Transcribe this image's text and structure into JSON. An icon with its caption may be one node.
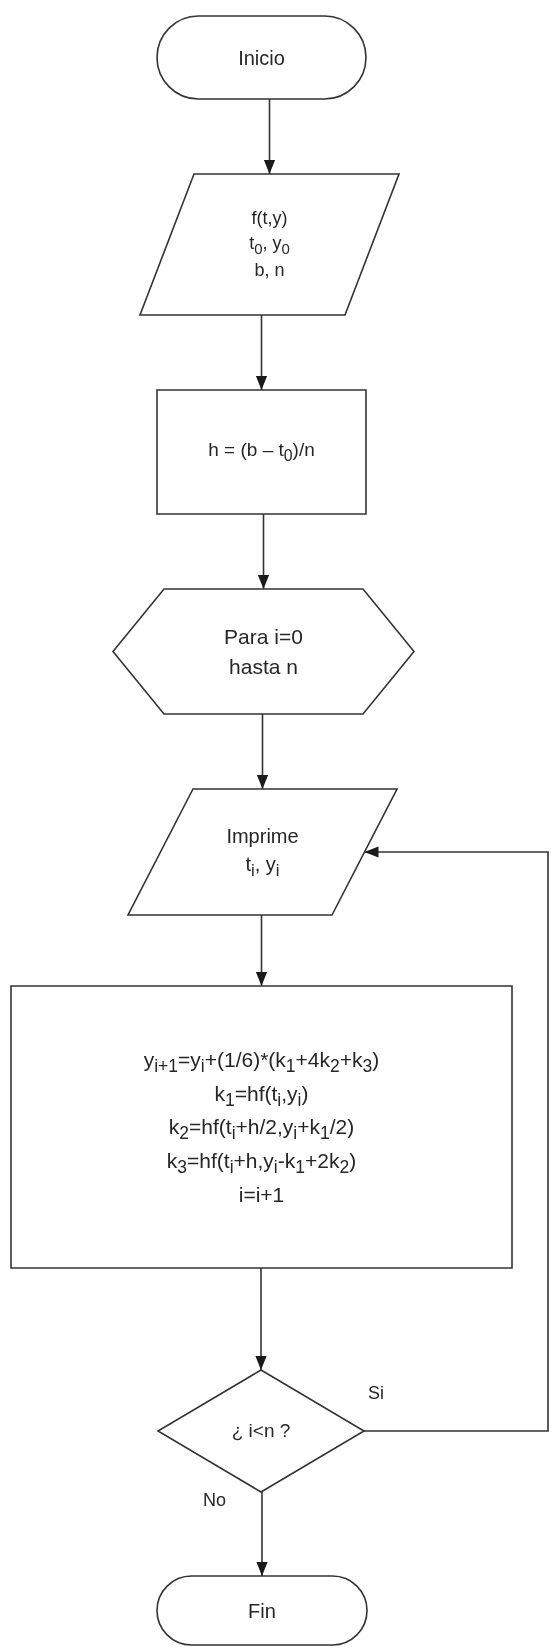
{
  "diagram": {
    "nodes": [
      {
        "text": [
          "Inicio"
        ]
      },
      {
        "text": [
          "f(t,y)",
          "t$_{0}$, y$_{0}$",
          "b, n"
        ]
      },
      {
        "text": [
          "h = (b – t$_{0}$)/n"
        ]
      },
      {
        "text": [
          "Para i=0 hasta n"
        ]
      },
      {
        "text": [
          "Imprime",
          "t$_{i}$, y$_{i}$"
        ]
      },
      {
        "text": [
          "y$_{i+1}$=y$_{i}$+(1/6)*(k$_{1}$+4k$_{2}$+k$_{3}$)",
          "k$_{1}$=hf(t$_{i}$,y$_{i}$)",
          "k$_{2}$=hf(t$_{i}$+h/2,y$_{i}$+k$_{1}$/2)",
          "k$_{3}$=hf(t$_{i}$+h,y$_{i}$-k$_{1}$+2k$_{2}$)",
          "i=i+1"
        ]
      },
      {
        "text": [
          "¿ i<n ?"
        ]
      },
      {
        "text": [
          "Fin"
        ]
      }
    ],
    "edges": [
      {
        "from": 0,
        "to": 1,
        "arrow": "to"
      },
      {
        "from": 1,
        "to": 2,
        "arrow": "to"
      },
      {
        "from": 2,
        "to": 3,
        "arrow": "to"
      },
      {
        "from": 3,
        "to": 4,
        "arrow": "to"
      },
      {
        "from": 4,
        "to": 5,
        "arrow": "to"
      },
      {
        "from": 5,
        "to": 6,
        "arrow": "to"
      },
      {
        "from": 6,
        "to": 4,
        "label": "Si",
        "arrow": "to"
      },
      {
        "from": 6,
        "to": 7,
        "label": "No",
        "arrow": "to"
      }
    ]
  }
}
